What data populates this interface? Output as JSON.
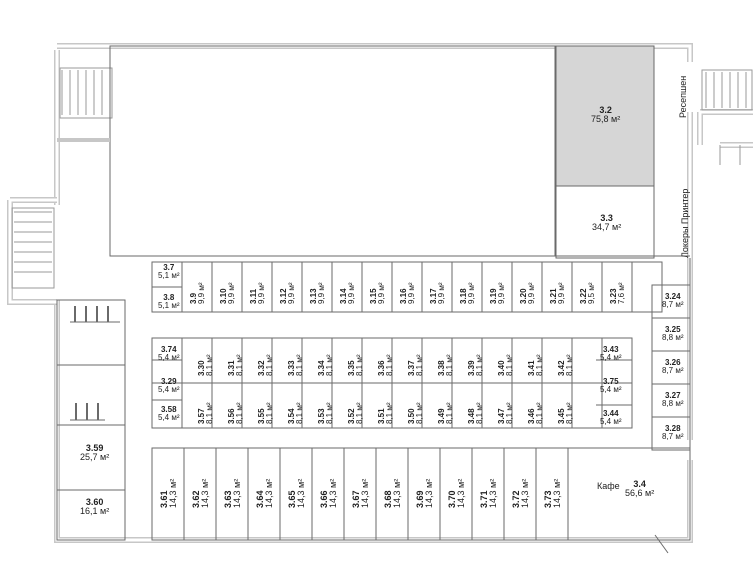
{
  "unit": "м²",
  "labels": {
    "reception": "Ресепшен",
    "lockers": "Локеры Принтер",
    "cafe": "Кафе"
  },
  "rooms": {
    "r3_2": {
      "num": "3.2",
      "area": "75,8 м²"
    },
    "r3_3": {
      "num": "3.3",
      "area": "34,7 м²"
    },
    "r3_4": {
      "num": "3.4",
      "area": "56,6 м²"
    },
    "r3_7": {
      "num": "3.7",
      "area": "5,1 м²"
    },
    "r3_8": {
      "num": "3.8",
      "area": "5,1 м²"
    },
    "r3_9": {
      "num": "3.9",
      "area": "9,9 м²"
    },
    "r3_10": {
      "num": "3.10",
      "area": "9,9 м²"
    },
    "r3_11": {
      "num": "3.11",
      "area": "9,9 м²"
    },
    "r3_12": {
      "num": "3.12",
      "area": "9,9 м²"
    },
    "r3_13": {
      "num": "3.13",
      "area": "9,9 м²"
    },
    "r3_14": {
      "num": "3.14",
      "area": "9,9 м²"
    },
    "r3_15": {
      "num": "3.15",
      "area": "9,9 м²"
    },
    "r3_16": {
      "num": "3.16",
      "area": "9,9 м²"
    },
    "r3_17": {
      "num": "3.17",
      "area": "9,9 м²"
    },
    "r3_18": {
      "num": "3.18",
      "area": "9,9 м²"
    },
    "r3_19": {
      "num": "3.19",
      "area": "9,9 м²"
    },
    "r3_20": {
      "num": "3.20",
      "area": "9,9 м²"
    },
    "r3_21": {
      "num": "3.21",
      "area": "9,9 м²"
    },
    "r3_22": {
      "num": "3.22",
      "area": "9,5 м²"
    },
    "r3_23": {
      "num": "3.23",
      "area": "7,6 м²"
    },
    "r3_24": {
      "num": "3.24",
      "area": "8,7 м²"
    },
    "r3_25": {
      "num": "3.25",
      "area": "8,8 м²"
    },
    "r3_26": {
      "num": "3.26",
      "area": "8,7 м²"
    },
    "r3_27": {
      "num": "3.27",
      "area": "8,8 м²"
    },
    "r3_28": {
      "num": "3.28",
      "area": "8,7 м²"
    },
    "r3_29": {
      "num": "3.29",
      "area": "5,4 м²"
    },
    "r3_30": {
      "num": "3.30",
      "area": "8,1 м²"
    },
    "r3_31": {
      "num": "3.31",
      "area": "8,1 м²"
    },
    "r3_32": {
      "num": "3.32",
      "area": "8,1 м²"
    },
    "r3_33": {
      "num": "3.33",
      "area": "8,1 м²"
    },
    "r3_34": {
      "num": "3.34",
      "area": "8,1 м²"
    },
    "r3_35": {
      "num": "3.35",
      "area": "8,1 м²"
    },
    "r3_36": {
      "num": "3.36",
      "area": "8,1 м²"
    },
    "r3_37": {
      "num": "3.37",
      "area": "8,1 м²"
    },
    "r3_38": {
      "num": "3.38",
      "area": "8,1 м²"
    },
    "r3_39": {
      "num": "3.39",
      "area": "8,1 м²"
    },
    "r3_40": {
      "num": "3.40",
      "area": "8,1 м²"
    },
    "r3_41": {
      "num": "3.41",
      "area": "8,1 м²"
    },
    "r3_42": {
      "num": "3.42",
      "area": "8,1 м²"
    },
    "r3_43": {
      "num": "3.43",
      "area": "5,4 м²"
    },
    "r3_44": {
      "num": "3.44",
      "area": "5,4 м²"
    },
    "r3_45": {
      "num": "3.45",
      "area": "8,1 м²"
    },
    "r3_46": {
      "num": "3.46",
      "area": "8,1 м²"
    },
    "r3_47": {
      "num": "3.47",
      "area": "8,1 м²"
    },
    "r3_48": {
      "num": "3.48",
      "area": "8,1 м²"
    },
    "r3_49": {
      "num": "3.49",
      "area": "8,1 м²"
    },
    "r3_50": {
      "num": "3.50",
      "area": "8,1 м²"
    },
    "r3_51": {
      "num": "3.51",
      "area": "8,1 м²"
    },
    "r3_52": {
      "num": "3.52",
      "area": "8,1 м²"
    },
    "r3_53": {
      "num": "3.53",
      "area": "8,1 м²"
    },
    "r3_54": {
      "num": "3.54",
      "area": "8,1 м²"
    },
    "r3_55": {
      "num": "3.55",
      "area": "8,1 м²"
    },
    "r3_56": {
      "num": "3.56",
      "area": "8,1 м²"
    },
    "r3_57": {
      "num": "3.57",
      "area": "8,1 м²"
    },
    "r3_58": {
      "num": "3.58",
      "area": "5,4 м²"
    },
    "r3_59": {
      "num": "3.59",
      "area": "25,7 м²"
    },
    "r3_60": {
      "num": "3.60",
      "area": "16,1 м²"
    },
    "r3_61": {
      "num": "3.61",
      "area": "14,3 м²"
    },
    "r3_62": {
      "num": "3.62",
      "area": "14,3 м²"
    },
    "r3_63": {
      "num": "3.63",
      "area": "14,3 м²"
    },
    "r3_64": {
      "num": "3.64",
      "area": "14,3 м²"
    },
    "r3_65": {
      "num": "3.65",
      "area": "14,3 м²"
    },
    "r3_66": {
      "num": "3.66",
      "area": "14,3 м²"
    },
    "r3_67": {
      "num": "3.67",
      "area": "14,3 м²"
    },
    "r3_68": {
      "num": "3.68",
      "area": "14,3 м²"
    },
    "r3_69": {
      "num": "3.69",
      "area": "14,3 м²"
    },
    "r3_70": {
      "num": "3.70",
      "area": "14,3 м²"
    },
    "r3_71": {
      "num": "3.71",
      "area": "14,3 м²"
    },
    "r3_72": {
      "num": "3.72",
      "area": "14,3 м²"
    },
    "r3_73": {
      "num": "3.73",
      "area": "14,3 м²"
    },
    "r3_74": {
      "num": "3.74",
      "area": "5,4 м²"
    },
    "r3_75": {
      "num": "3.75",
      "area": "5,4 м²"
    }
  },
  "colors": {
    "wall": "#c7c7c7",
    "line": "#5a5a5a",
    "highlight": "#d6d6d6",
    "text": "#222222"
  }
}
